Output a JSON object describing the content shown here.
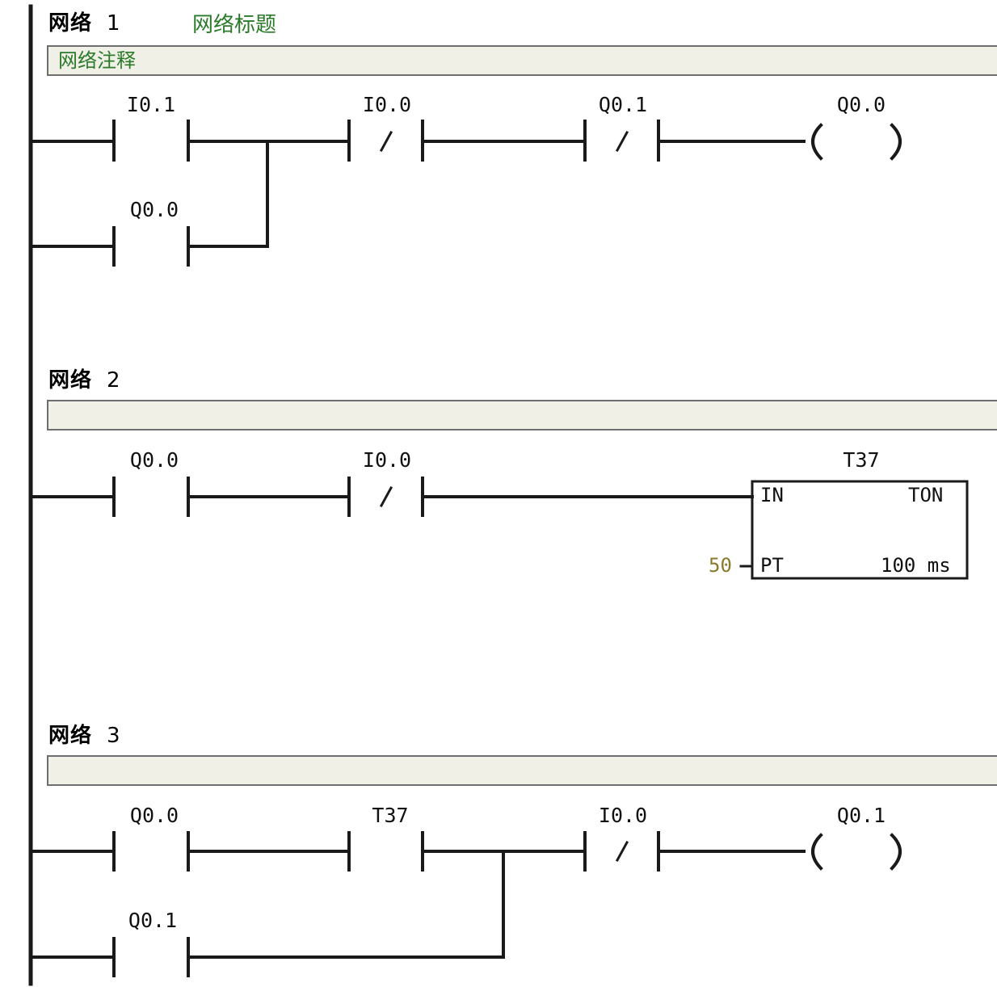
{
  "networks": [
    {
      "label": "网络",
      "number": "1",
      "title": "网络标题",
      "comment": "网络注释"
    },
    {
      "label": "网络",
      "number": "2",
      "title": "",
      "comment": ""
    },
    {
      "label": "网络",
      "number": "3",
      "title": "",
      "comment": ""
    }
  ],
  "net1": {
    "contact_i01": "I0.1",
    "contact_q00_branch": "Q0.0",
    "contact_i00_nc": "I0.0",
    "contact_q01_nc": "Q0.1",
    "coil_q00": "Q0.0"
  },
  "net2": {
    "contact_q00": "Q0.0",
    "contact_i00_nc": "I0.0",
    "timer_name": "T37",
    "timer_in": "IN",
    "timer_type": "TON",
    "timer_pt": "PT",
    "timer_pt_value": "50",
    "timer_base": "100 ms"
  },
  "net3": {
    "contact_q00": "Q0.0",
    "contact_t37": "T37",
    "contact_q01_branch": "Q0.1",
    "contact_i00_nc": "I0.0",
    "coil_q01": "Q0.1"
  },
  "colors": {
    "wire": "#1a1a1a",
    "comment_bg": "#f0f0e6",
    "comment_text": "#2a7a2a",
    "pt_value": "#8a7a2a"
  }
}
